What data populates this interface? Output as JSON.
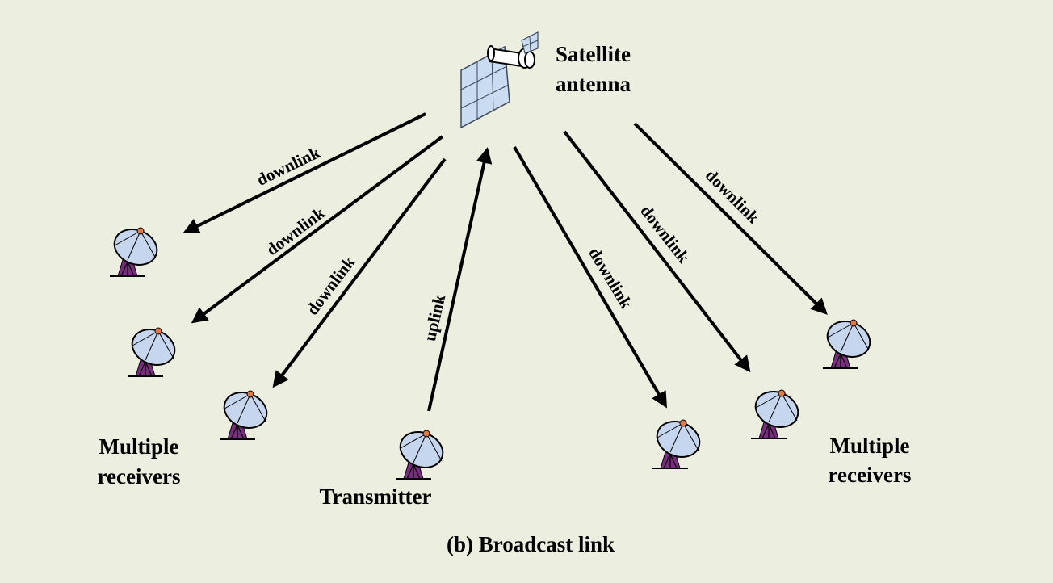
{
  "satellite": {
    "label_line1": "Satellite",
    "label_line2": "antenna"
  },
  "links": {
    "downlink": "downlink",
    "uplink": "uplink"
  },
  "groups": {
    "left": {
      "line1": "Multiple",
      "line2": "receivers"
    },
    "right": {
      "line1": "Multiple",
      "line2": "receivers"
    },
    "transmitter": "Transmitter"
  },
  "caption": "(b) Broadcast link",
  "colors": {
    "background": "#ecefe0",
    "dish_fill": "#c6d6ee",
    "mount": "#7a2c7f",
    "feed": "#e07a45",
    "panel": "#c9dcf1"
  }
}
